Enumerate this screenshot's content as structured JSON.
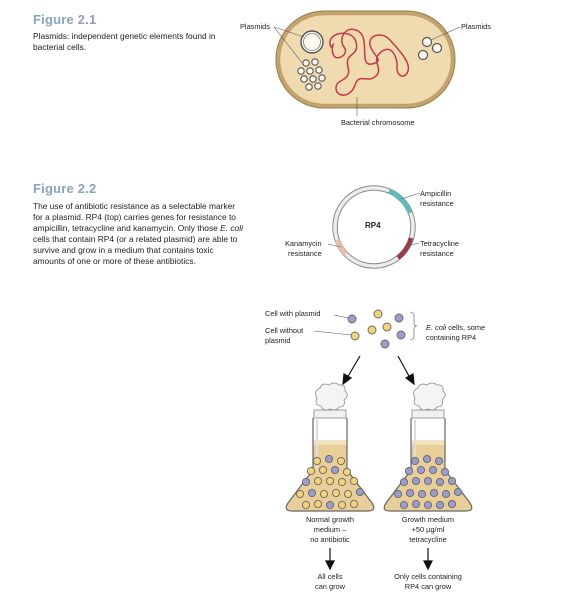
{
  "figure21": {
    "title": "Figure 2.1",
    "caption_lines": [
      "Plasmids: independent genetic elements found in",
      "bacterial cells."
    ],
    "labels": {
      "plasmids_left": "Plasmids",
      "plasmids_right": "Plasmids",
      "bacterial_chromosome": "Bacterial chromosome"
    }
  },
  "figure22": {
    "title": "Figure 2.2",
    "caption_lines": [
      "The use of antibiotic resistance as a selectable marker",
      "for a plasmid. RP4 (top) carries genes for resistance to",
      "ampicillin, tetracycline and kanamycin. Only those ",
      "cells that contain RP4 (or a related plasmid) are able to",
      "survive and grow in a medium that contains toxic",
      "amounts of one or more of these antibiotics."
    ],
    "caption_italic": "E. coli",
    "plasmid": {
      "name": "RP4",
      "ampicillin": [
        "Ampicillin",
        "resistance"
      ],
      "tetracycline": [
        "Tetracycline",
        "resistance"
      ],
      "kanamycin": [
        "Kanamycin",
        "resistance"
      ]
    },
    "cells": {
      "with_plasmid": "Cell with plasmid",
      "without_plasmid": [
        "Cell without",
        "plasmid"
      ],
      "population_italic": "E. coli",
      "population_rest": " cells, some",
      "population_line2": "containing RP4"
    },
    "flask_left": {
      "medium": [
        "Normal growth",
        "medium –",
        "no antibiotic"
      ],
      "result": [
        "All cells",
        "can grow"
      ]
    },
    "flask_right": {
      "medium": [
        "Growth medium",
        "+50 µg/ml",
        "tetracycline"
      ],
      "result": [
        "Only cells containing",
        "RP4 can grow"
      ]
    }
  },
  "colors": {
    "title_blue": "#8aa3bd",
    "cell_body": "#e4c89a",
    "cell_outline": "#b89860",
    "plasmid_cell": "#9a9ccd",
    "plain_cell": "#f3d37a",
    "ampicillin_segment": "#5bbcc0",
    "tetracycline_segment": "#9c3a47",
    "kanamycin_segment": "#ecc0a8",
    "medium": "#e8cf9a"
  }
}
